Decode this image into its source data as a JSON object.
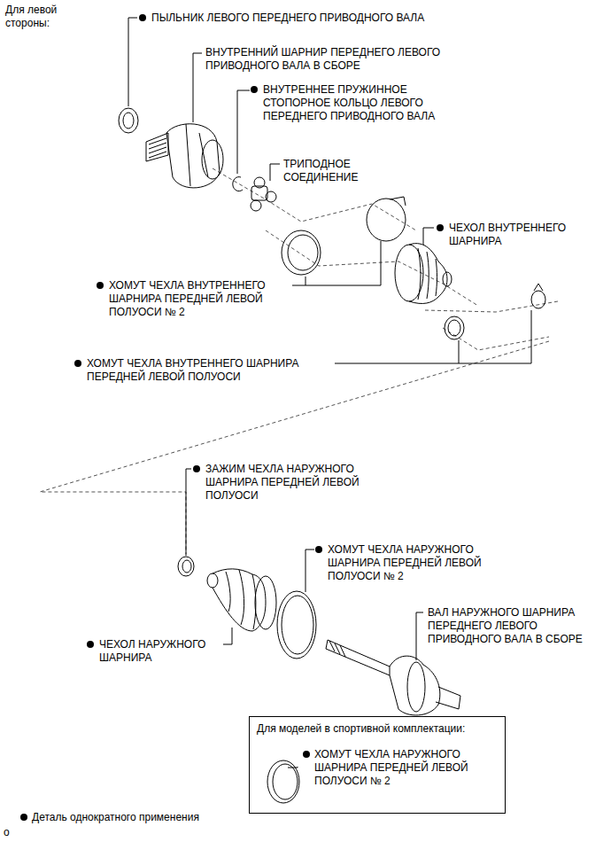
{
  "diagram": {
    "title": "Для левой стороны:",
    "nodes": [
      {
        "text": [
          "Для моделей в спортивной комплектации:",
          "ХОМУТ ЧЕХЛА НАРУЖНОГО ШАРНИРА ПЕРЕДНЕЙ ЛЕВОЙ ПОЛУОСИ № 2"
        ]
      }
    ],
    "labels": [
      "ПЫЛЬНИК ЛЕВОГО ПЕРЕДНЕГО ПРИВОДНОГО ВАЛА",
      "ВНУТРЕННИЙ ШАРНИР ПЕРЕДНЕГО ЛЕВОГО ПРИВОДНОГО ВАЛА В СБОРЕ",
      "ВНУТРЕННЕЕ ПРУЖИННОЕ СТОПОРНОЕ КОЛЬЦО ЛЕВОГО ПЕРЕДНЕГО ПРИВОДНОГО ВАЛА",
      "ТРИПОДНОЕ СОЕДИНЕНИЕ",
      "ЧЕХОЛ ВНУТРЕННЕГО ШАРНИРА",
      "ХОМУТ ЧЕХЛА ВНУТРЕННЕГО ШАРНИРА ПЕРЕДНЕЙ ЛЕВОЙ ПОЛУОСИ № 2",
      "ХОМУТ ЧЕХЛА ВНУТРЕННЕГО ШАРНИРА ПЕРЕДНЕЙ ЛЕВОЙ ПОЛУОСИ",
      "ЗАЖИМ ЧЕХЛА НАРУЖНОГО ШАРНИРА ПЕРЕДНЕЙ ЛЕВОЙ ПОЛУОСИ",
      "ХОМУТ ЧЕХЛА НАРУЖНОГО ШАРНИРА ПЕРЕДНЕЙ ЛЕВОЙ ПОЛУОСИ № 2",
      "ЧЕХОЛ НАРУЖНОГО ШАРНИРА",
      "ВАЛ НАРУЖНОГО ШАРНИРА ПЕРЕДНЕГО ЛЕВОГО ПРИВОДНОГО ВАЛА В СБОРЕ",
      "o"
    ],
    "legend": [
      {
        "text": "Деталь однократного применения"
      }
    ]
  }
}
